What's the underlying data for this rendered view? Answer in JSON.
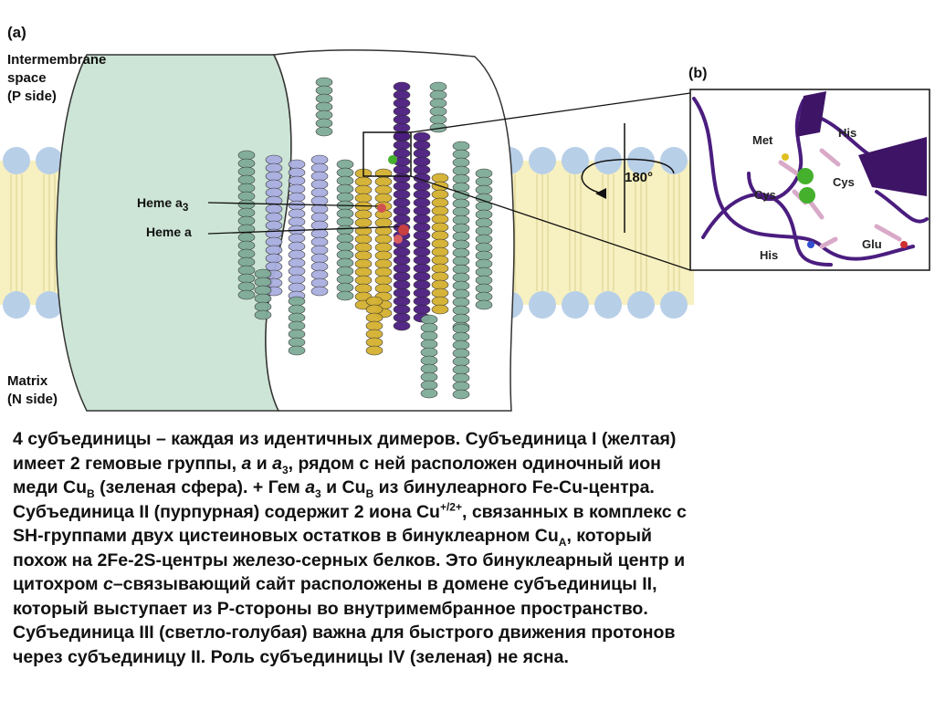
{
  "figure": {
    "panel_a_label": "(a)",
    "intermembrane_label_1": "Intermembrane",
    "intermembrane_label_2": "space",
    "intermembrane_label_3": "(P side)",
    "matrix_label_1": "Matrix",
    "matrix_label_2": "(N side)",
    "heme_a3_label": "Heme a",
    "heme_a3_sub": "3",
    "heme_a_label": "Heme a",
    "panel_b_label": "(b)",
    "rotation_label": "180°",
    "residues": {
      "met": "Met",
      "his_top": "His",
      "cys_left": "Cys",
      "cys_right": "Cys",
      "his_bottom": "His",
      "glu": "Glu"
    }
  },
  "caption": {
    "l1": "4 субъединицы – каждая из идентичных димеров. Субъединица I (желтая)",
    "l2a": "имеет 2 гемовые группы, ",
    "l2_a": "a",
    "l2b": " и ",
    "l2_a3": "a",
    "l2_sub3": "3",
    "l2c": ", рядом с ней расположен одиночный ион",
    "l3a": "меди Cu",
    "l3_subB": "B",
    "l3b": " (зеленая сфера). + Гем ",
    "l3_a": "a",
    "l3_sub3": "3",
    "l3c": " и Cu",
    "l3_subB2": "B",
    "l3d": " из бинулеарного Fe-Cu-центра.",
    "l4a": "Субъединица II (пурпурная) содержит 2 иона Cu",
    "l4_sup": "+/2+",
    "l4b": ", связанных в комплекс с",
    "l5a": "SH-группами двух цистеиновых остатков в бинуклеарном Cu",
    "l5_subA": "A",
    "l5b": ", который",
    "l6": "похож на 2Fe-2S-центры железо-серных белков. Это бинуклеарный центр и",
    "l7a": "цитохром ",
    "l7_c": "c",
    "l7b": "–связывающий сайт расположены в домене субъединицы II,",
    "l8": "который выступает из P-стороны во внутримембранное пространство.",
    "l9": "Субъединица III (светло-голубая) важна для быстрого движения протонов",
    "l10": "через субъединицу II. Роль субъединицы IV (зеленая)  не ясна."
  },
  "colors": {
    "membrane": "#f7f0c0",
    "lipid_head": "#b8cfe8",
    "bg_protein": "#cde5d6",
    "subunit_I": "#d4b030",
    "subunit_II": "#4b1d7f",
    "subunit_III": "#a9aee0",
    "subunit_IV": "#7fab98",
    "copper": "#44b02c",
    "heme": "#d05050"
  }
}
